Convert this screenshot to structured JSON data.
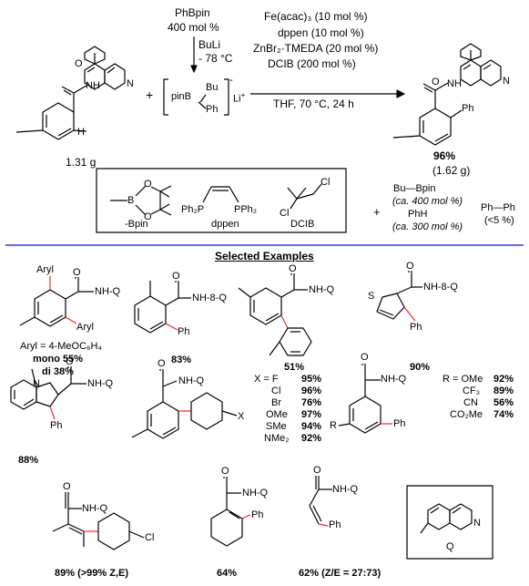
{
  "scheme": {
    "phbpin_reagent": "PhBpin",
    "phbpin_amount": "400 mol %",
    "buli": "BuLi",
    "temp": "- 78 °C",
    "starting_mass": "1.31 g",
    "borate_pinb": "pinB",
    "borate_bu": "Bu",
    "borate_ph": "Ph",
    "borate_li": "Li",
    "conditions": [
      "Fe(acac)₃ (10 mol %)",
      "dppen (10 mol %)",
      "ZnBr₂·TMEDA (20 mol %)",
      "DCIB (200 mol %)",
      "THF, 70 °C, 24 h"
    ],
    "product_yield": "96%",
    "product_mass": "(1.62 g)",
    "product_ph": "Ph",
    "legend_bpin": "-Bpin",
    "legend_dppen": "dppen",
    "legend_dcib": "DCIB",
    "legend_pph2_left": "Ph₂P",
    "legend_pph2_right": "PPh₂",
    "legend_cl1": "Cl",
    "legend_cl2": "Cl",
    "legend_b": "B",
    "legend_o1": "O",
    "legend_o2": "O",
    "byproduct_bubpin": "Bu—Bpin",
    "byproduct_bubpin_amt": "(ca. 400 mol %)",
    "byproduct_phh": "PhH",
    "byproduct_phh_amt": "(ca. 300 mol %)",
    "byproduct_phph": "Ph—Ph",
    "byproduct_phph_amt": "(<5 %)"
  },
  "examples": {
    "heading": "Selected Examples",
    "ex1": {
      "label": "NH-Q",
      "aryl_top": "Aryl",
      "aryl_bot": "Aryl",
      "def": "Aryl = 4-MeOC₆H₄",
      "mono": "mono 55%",
      "di": "di 38%"
    },
    "ex2": {
      "label": "NH-8-Q",
      "ph": "Ph",
      "yield": "83%"
    },
    "ex3": {
      "label": "NH-Q",
      "yield": "51%"
    },
    "ex4": {
      "label": "NH-8-Q",
      "ph": "Ph",
      "s": "S",
      "yield": "90%"
    },
    "ex5": {
      "label": "NH-Q",
      "ph": "Ph",
      "n": "N",
      "yield": "88%"
    },
    "ex6": {
      "label": "NH-Q",
      "x": "X",
      "rows": [
        {
          "sub": "X = F",
          "y": "95%"
        },
        {
          "sub": "Cl",
          "y": "96%"
        },
        {
          "sub": "Br",
          "y": "76%"
        },
        {
          "sub": "OMe",
          "y": "97%"
        },
        {
          "sub": "SMe",
          "y": "94%"
        },
        {
          "sub": "NMe₂",
          "y": "92%"
        }
      ]
    },
    "ex7": {
      "label": "NH-Q",
      "r": "R",
      "ph": "Ph",
      "rows": [
        {
          "sub": "R = OMe",
          "y": "92%"
        },
        {
          "sub": "CF₃",
          "y": "89%"
        },
        {
          "sub": "CN",
          "y": "56%"
        },
        {
          "sub": "CO₂Me",
          "y": "74%"
        }
      ]
    },
    "ex8": {
      "label": "NH-Q",
      "cl": "Cl",
      "yield": "89% (>99% Z,E)"
    },
    "ex9": {
      "label": "NH-Q",
      "ph": "Ph",
      "yield": "64%"
    },
    "ex10": {
      "label": "NH-Q",
      "ph": "Ph",
      "yield": "62% (Z/E = 27:73)"
    },
    "q_box": {
      "q": "Q",
      "n": "N"
    }
  },
  "colors": {
    "divider": "#3a3ad0",
    "red_bond": "#e53030"
  }
}
